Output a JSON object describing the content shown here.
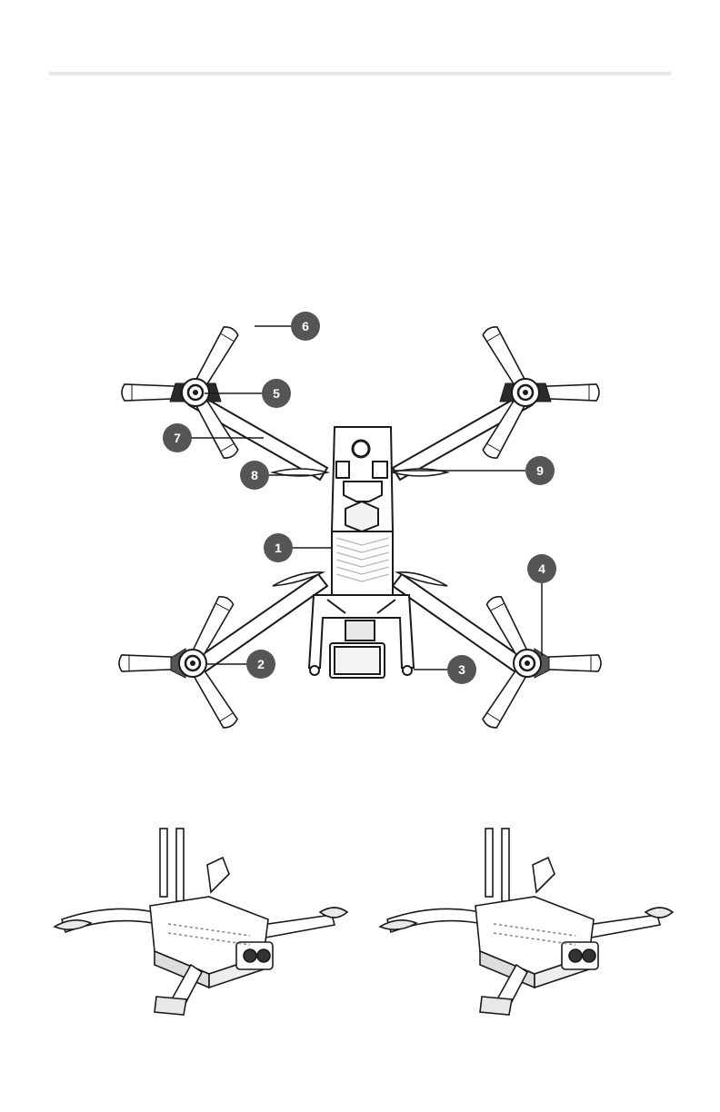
{
  "callouts": [
    {
      "number": "1"
    },
    {
      "number": "2"
    },
    {
      "number": "3"
    },
    {
      "number": "4"
    },
    {
      "number": "5"
    },
    {
      "number": "6"
    },
    {
      "number": "7"
    },
    {
      "number": "8"
    },
    {
      "number": "9"
    }
  ],
  "colors": {
    "badge": "#555555",
    "line": "#1a1a1a",
    "rule": "#e6e6e6"
  }
}
